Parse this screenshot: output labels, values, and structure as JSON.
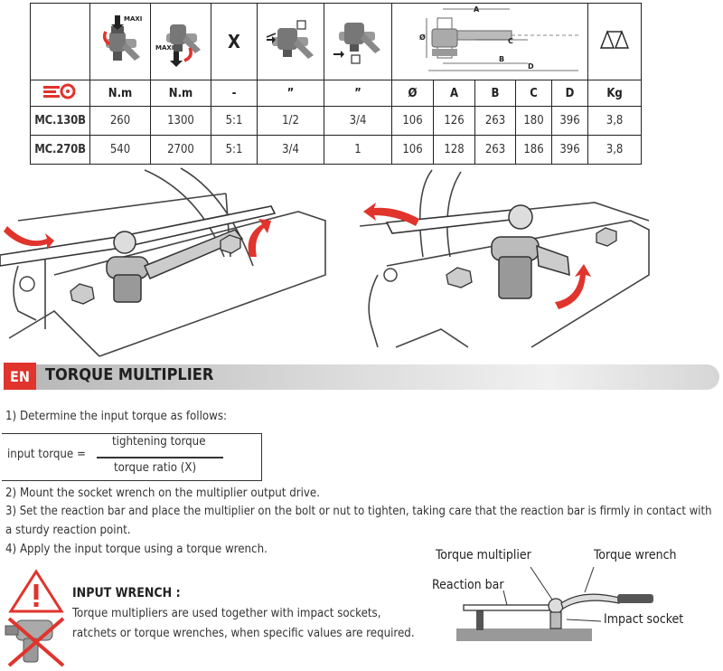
{
  "spec_table": {
    "icon_cells": [
      "maxi-input-icon",
      "maxi-output-icon",
      "ratio-x",
      "input-drive-icon",
      "output-drive-icon",
      "dimension-drawing",
      "weight-icon"
    ],
    "ratio_symbol": "X",
    "icon_labels": {
      "maxi_1": "MAXI",
      "maxi_2": "MAXI"
    },
    "drawing_labels": [
      "Ø",
      "A",
      "B",
      "C",
      "D"
    ],
    "units": [
      "N.m",
      "N.m",
      "-",
      "”",
      "”",
      "Ø",
      "A",
      "B",
      "C",
      "D",
      "Kg"
    ],
    "rows": [
      {
        "model": "MC.130B",
        "values": [
          "260",
          "1300",
          "5:1",
          "1/2",
          "3/4",
          "106",
          "126",
          "263",
          "180",
          "396",
          "3,8"
        ]
      },
      {
        "model": "MC.270B",
        "values": [
          "540",
          "2700",
          "5:1",
          "3/4",
          "1",
          "106",
          "128",
          "263",
          "186",
          "396",
          "3,8"
        ]
      }
    ]
  },
  "section": {
    "lang_code": "EN",
    "title": "TORQUE MULTIPLIER"
  },
  "steps": {
    "step1": "1) Determine the input torque as follows:",
    "formula_lhs": "input torque =",
    "formula_num": "tightening torque",
    "formula_den": "torque ratio (X)",
    "step2": "2) Mount the socket wrench on the multiplier output drive.",
    "step3_line1": "3) Set the reaction bar and place the multiplier on the bolt or nut to tighten, taking care that the reaction bar is firmly in contact with",
    "step3_line2": "a sturdy reaction point.",
    "step4": "4) Apply the input torque using a torque wrench."
  },
  "warning": {
    "title": "INPUT WRENCH :",
    "line1": "Torque multipliers are used together with impact sockets,",
    "line2": "ratchets or torque wrenches, when specific values are required."
  },
  "diagram_labels": {
    "torque_multiplier": "Torque multiplier",
    "torque_wrench": "Torque wrench",
    "reaction_bar": "Reaction bar",
    "impact_socket": "Impact socket"
  },
  "colors": {
    "accent_red": "#e0342c"
  }
}
